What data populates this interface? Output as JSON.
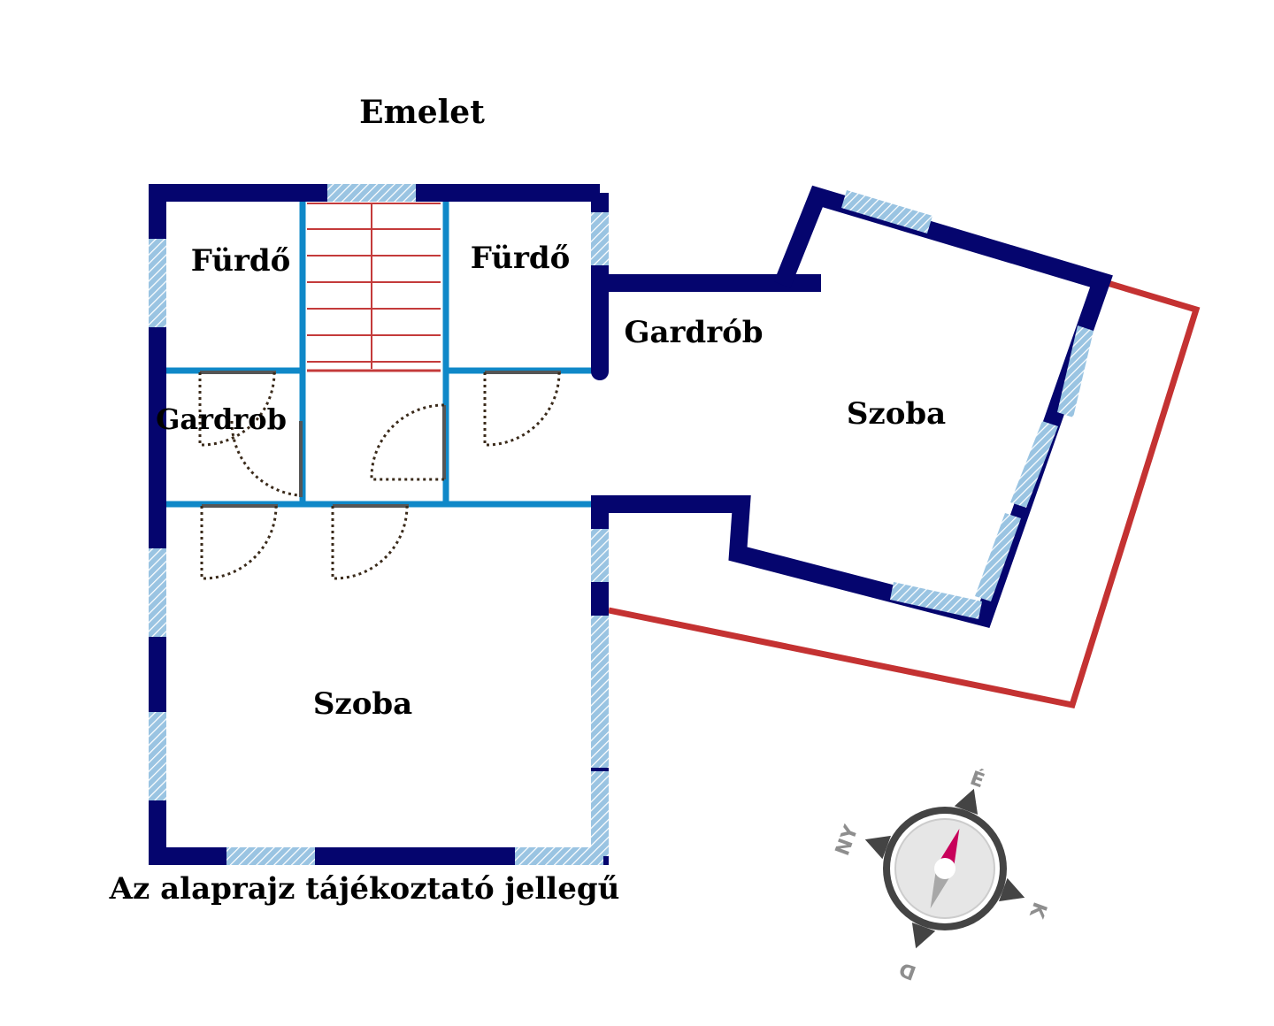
{
  "title": "Emelet",
  "disclaimer": "Az alaprajz tájékoztató jellegű",
  "rooms": [
    {
      "id": "furdo-1",
      "label": "Fürdő"
    },
    {
      "id": "furdo-2",
      "label": "Fürdő"
    },
    {
      "id": "gardrob-left",
      "label": "Gardrob"
    },
    {
      "id": "gardrob-right",
      "label": "Gardrób"
    },
    {
      "id": "szoba-right",
      "label": "Szoba"
    },
    {
      "id": "szoba-bottom",
      "label": "Szoba"
    }
  ],
  "compass": {
    "north": "É",
    "south": "D",
    "east": "K",
    "west": "NY",
    "icon": "compass-icon"
  },
  "colors": {
    "exterior_wall": "#05056e",
    "interior_wall": "#0f88c8",
    "window": "#9ac4e2",
    "stairs": "#c43b3b",
    "terrace": "#c43232",
    "door": "#555555",
    "door_swing": "#3a2a1a",
    "compass_needle_north": "#c8005a",
    "compass_needle_south": "#a8a8a8"
  }
}
